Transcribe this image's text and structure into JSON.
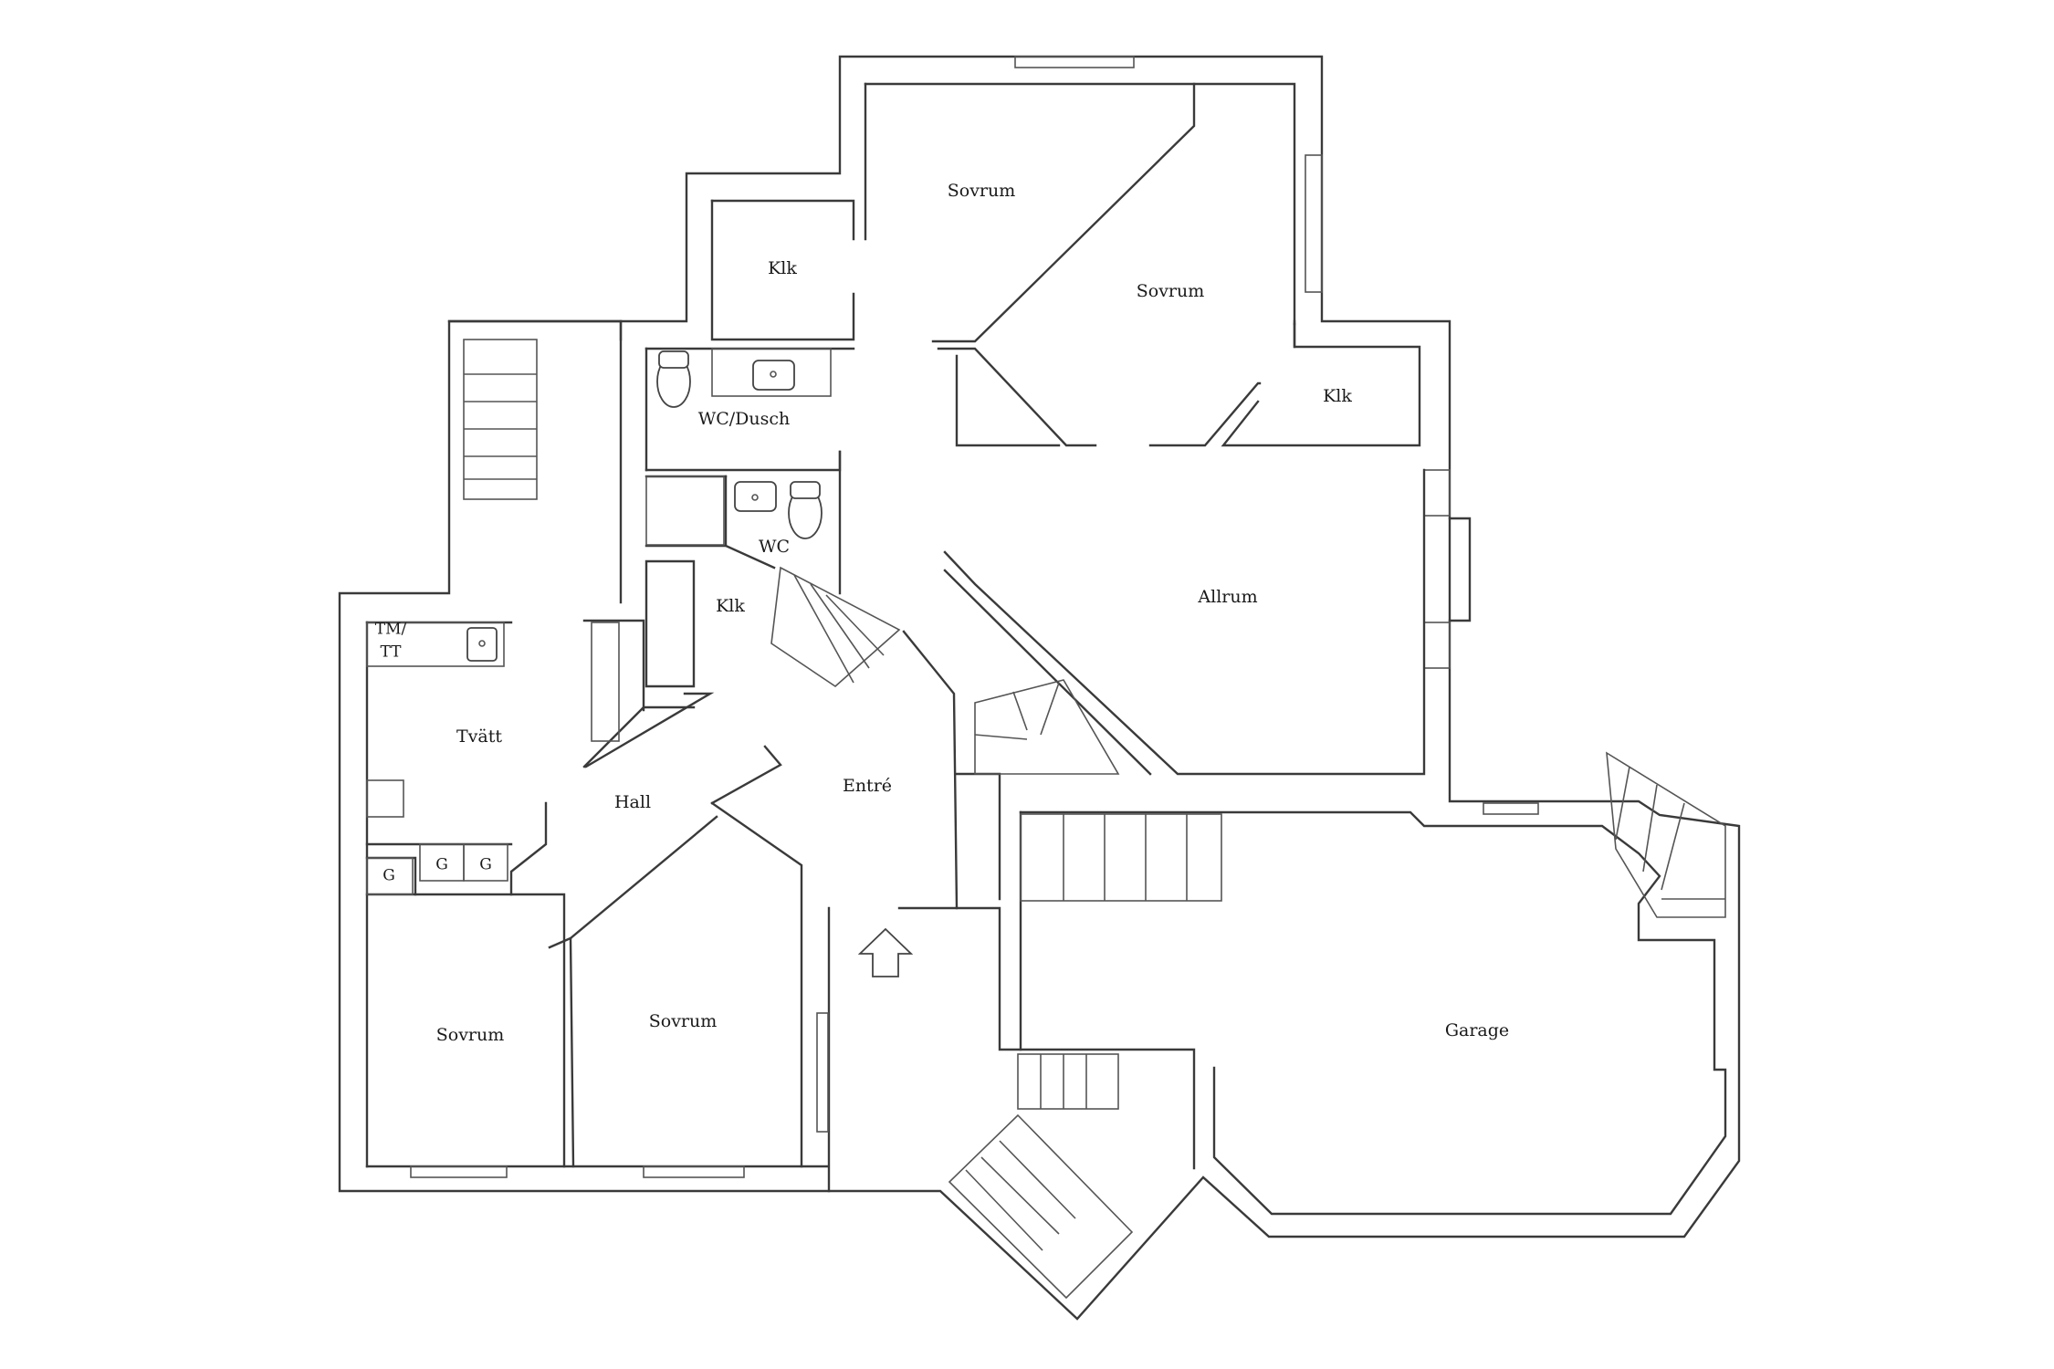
{
  "rooms": {
    "sovrum_top": "Sovrum",
    "sovrum_right": "Sovrum",
    "klk_top_left": "Klk",
    "klk_right": "Klk",
    "wc_dusch": "WC/Dusch",
    "wc": "WC",
    "klk_center": "Klk",
    "allrum": "Allrum",
    "tm_tt_line1": "TM/",
    "tm_tt_line2": "TT",
    "tvatt": "Tvätt",
    "hall": "Hall",
    "entre": "Entré",
    "g1": "G",
    "g2": "G",
    "g3": "G",
    "sovrum_bottom_left": "Sovrum",
    "sovrum_bottom_mid": "Sovrum",
    "garage": "Garage"
  },
  "icons": {
    "entrance": "entrance-arrow-icon",
    "toilet": "toilet-icon",
    "sink": "sink-icon"
  },
  "colors": {
    "wall": "#3a3a3a",
    "background": "#ffffff"
  }
}
